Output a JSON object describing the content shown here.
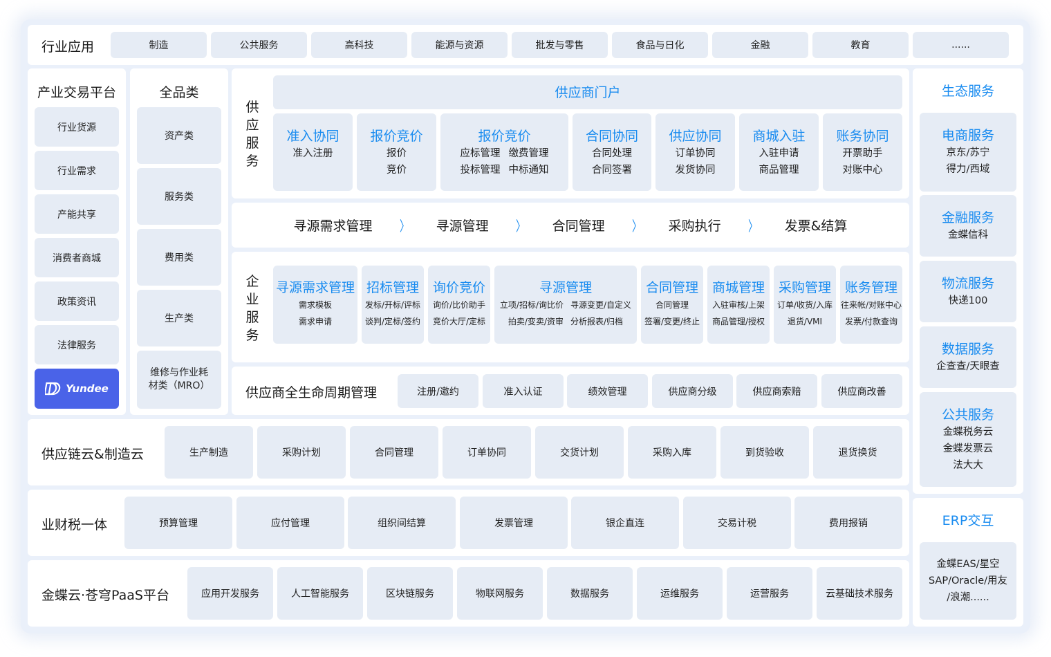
{
  "industry": {
    "label": "行业应用",
    "items": [
      "制造",
      "公共服务",
      "高科技",
      "能源与资源",
      "批发与零售",
      "食品与日化",
      "金融",
      "教育",
      "......"
    ]
  },
  "trade_platform": {
    "title": "产业交易平台",
    "items": [
      "行业货源",
      "行业需求",
      "产能共享",
      "消费者商城",
      "政策资讯",
      "法律服务"
    ],
    "logo_text": "Yundee",
    "logo_color": "#4a63e8"
  },
  "all_categories": {
    "title": "全品类",
    "items": [
      "资产类",
      "服务类",
      "费用类",
      "生产类",
      "维修与作业耗材类（MRO）"
    ]
  },
  "supplier_service": {
    "label_chars": [
      "供",
      "应",
      "服",
      "务"
    ],
    "portal": "供应商门户",
    "modules": [
      {
        "title": "准入协同",
        "lines": [
          "准入注册"
        ]
      },
      {
        "title": "报价竞价",
        "lines": [
          "报价",
          "竞价"
        ]
      },
      {
        "title": "报价竞价",
        "lines": [
          "应标管理",
          "缴费管理",
          "投标管理",
          "中标通知"
        ]
      },
      {
        "title": "合同协同",
        "lines": [
          "合同处理",
          "合同签署"
        ]
      },
      {
        "title": "供应协同",
        "lines": [
          "订单协同",
          "发货协同"
        ]
      },
      {
        "title": "商城入驻",
        "lines": [
          "入驻申请",
          "商品管理"
        ]
      },
      {
        "title": "账务协同",
        "lines": [
          "开票助手",
          "对账中心"
        ]
      }
    ]
  },
  "process_flow": {
    "steps": [
      "寻源需求管理",
      "寻源管理",
      "合同管理",
      "采购执行",
      "发票&结算"
    ],
    "arrow": "〉",
    "arrow_color": "#1a8cf0"
  },
  "enterprise_service": {
    "label_chars": [
      "企",
      "业",
      "服",
      "务"
    ],
    "modules": [
      {
        "title": "寻源需求管理",
        "lines": [
          "需求模板",
          "需求申请"
        ]
      },
      {
        "title": "招标管理",
        "lines": [
          "发标/开标/评标",
          "谈判/定标/签约"
        ]
      },
      {
        "title": "询价竞价",
        "lines": [
          "询价/比价助手",
          "竞价大厅/定标"
        ]
      },
      {
        "title": "寻源管理",
        "lines": [
          "立项/招标/询比价",
          "寻源变更/自定义",
          "拍卖/变卖/资审",
          "分析报表/归档"
        ]
      },
      {
        "title": "合同管理",
        "lines": [
          "合同管理",
          "签署/变更/终止"
        ]
      },
      {
        "title": "商城管理",
        "lines": [
          "入驻审核/上架",
          "商品管理/授权"
        ]
      },
      {
        "title": "采购管理",
        "lines": [
          "订单/收货/入库",
          "退货/VMI"
        ]
      },
      {
        "title": "账务管理",
        "lines": [
          "往来帐/对账中心",
          "发票/付款查询"
        ]
      }
    ]
  },
  "supplier_lifecycle": {
    "label": "供应商全生命周期管理",
    "items": [
      "注册/邀约",
      "准入认证",
      "绩效管理",
      "供应商分级",
      "供应商索赔",
      "供应商改善"
    ]
  },
  "supply_chain_cloud": {
    "label": "供应链云&制造云",
    "items": [
      "生产制造",
      "采购计划",
      "合同管理",
      "订单协同",
      "交货计划",
      "采购入库",
      "到货验收",
      "退货换货"
    ]
  },
  "finance_tax": {
    "label": "业财税一体",
    "items": [
      "预算管理",
      "应付管理",
      "组织间结算",
      "发票管理",
      "银企直连",
      "交易计税",
      "费用报销"
    ]
  },
  "paas": {
    "label": "金蝶云·苍穹PaaS平台",
    "items": [
      "应用开发服务",
      "人工智能服务",
      "区块链服务",
      "物联网服务",
      "数据服务",
      "运维服务",
      "运营服务",
      "云基础技术服务"
    ]
  },
  "ecosystem": {
    "title": "生态服务",
    "items": [
      {
        "title": "电商服务",
        "lines": [
          "京东/苏宁",
          "得力/西域"
        ]
      },
      {
        "title": "金融服务",
        "lines": [
          "金蝶信科"
        ]
      },
      {
        "title": "物流服务",
        "lines": [
          "快递100"
        ]
      },
      {
        "title": "数据服务",
        "lines": [
          "企查查/天眼查"
        ]
      },
      {
        "title": "公共服务",
        "lines": [
          "金蝶税务云",
          "金蝶发票云",
          "法大大"
        ]
      }
    ]
  },
  "erp": {
    "title": "ERP交互",
    "lines": [
      "金蝶EAS/星空",
      "SAP/Oracle/用友",
      "/浪潮......"
    ]
  },
  "colors": {
    "accent": "#1a8cf0",
    "tile_bg": "#e6ecf5",
    "frame_bg": "#eaf0fa",
    "panel_bg": "#ffffff"
  }
}
